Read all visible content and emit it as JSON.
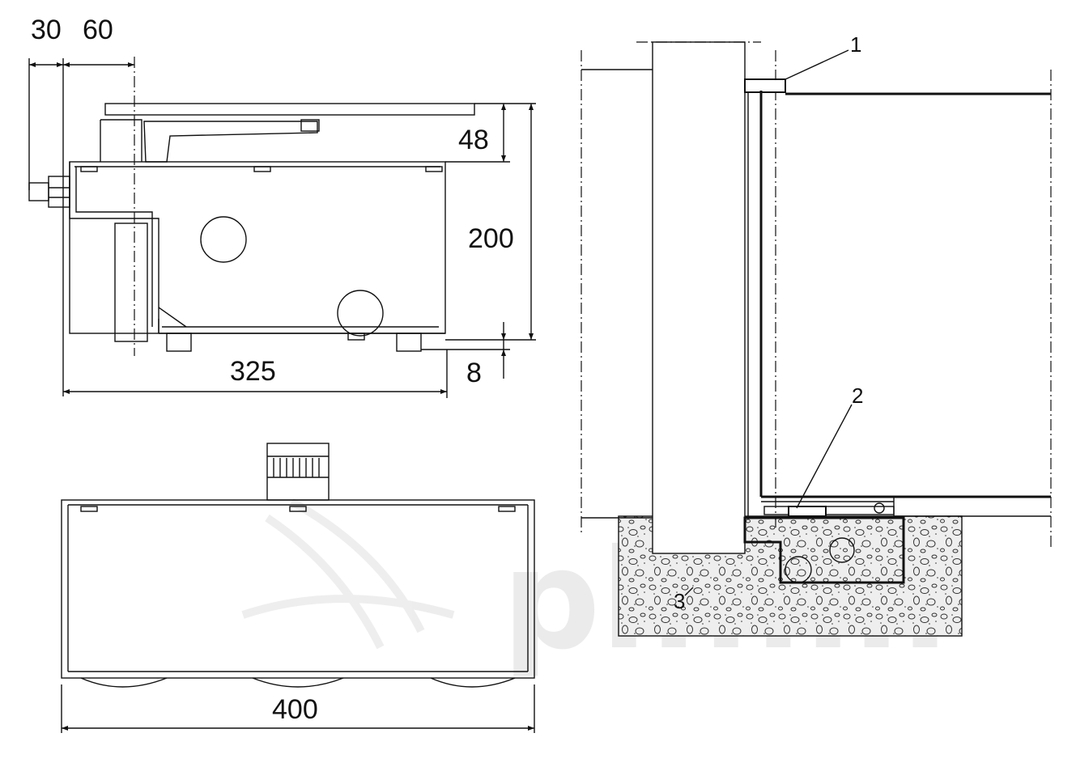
{
  "dimensions": {
    "d30": "30",
    "d60": "60",
    "d48": "48",
    "d200": "200",
    "d325": "325",
    "d8": "8",
    "d400": "400"
  },
  "callouts": {
    "c1": "1",
    "c2": "2",
    "c3": "3"
  },
  "watermark": {
    "text": "pl...m"
  },
  "colors": {
    "ink": "#111111",
    "concrete": "#e6e6e6",
    "watermark": "#e9e9e9"
  }
}
